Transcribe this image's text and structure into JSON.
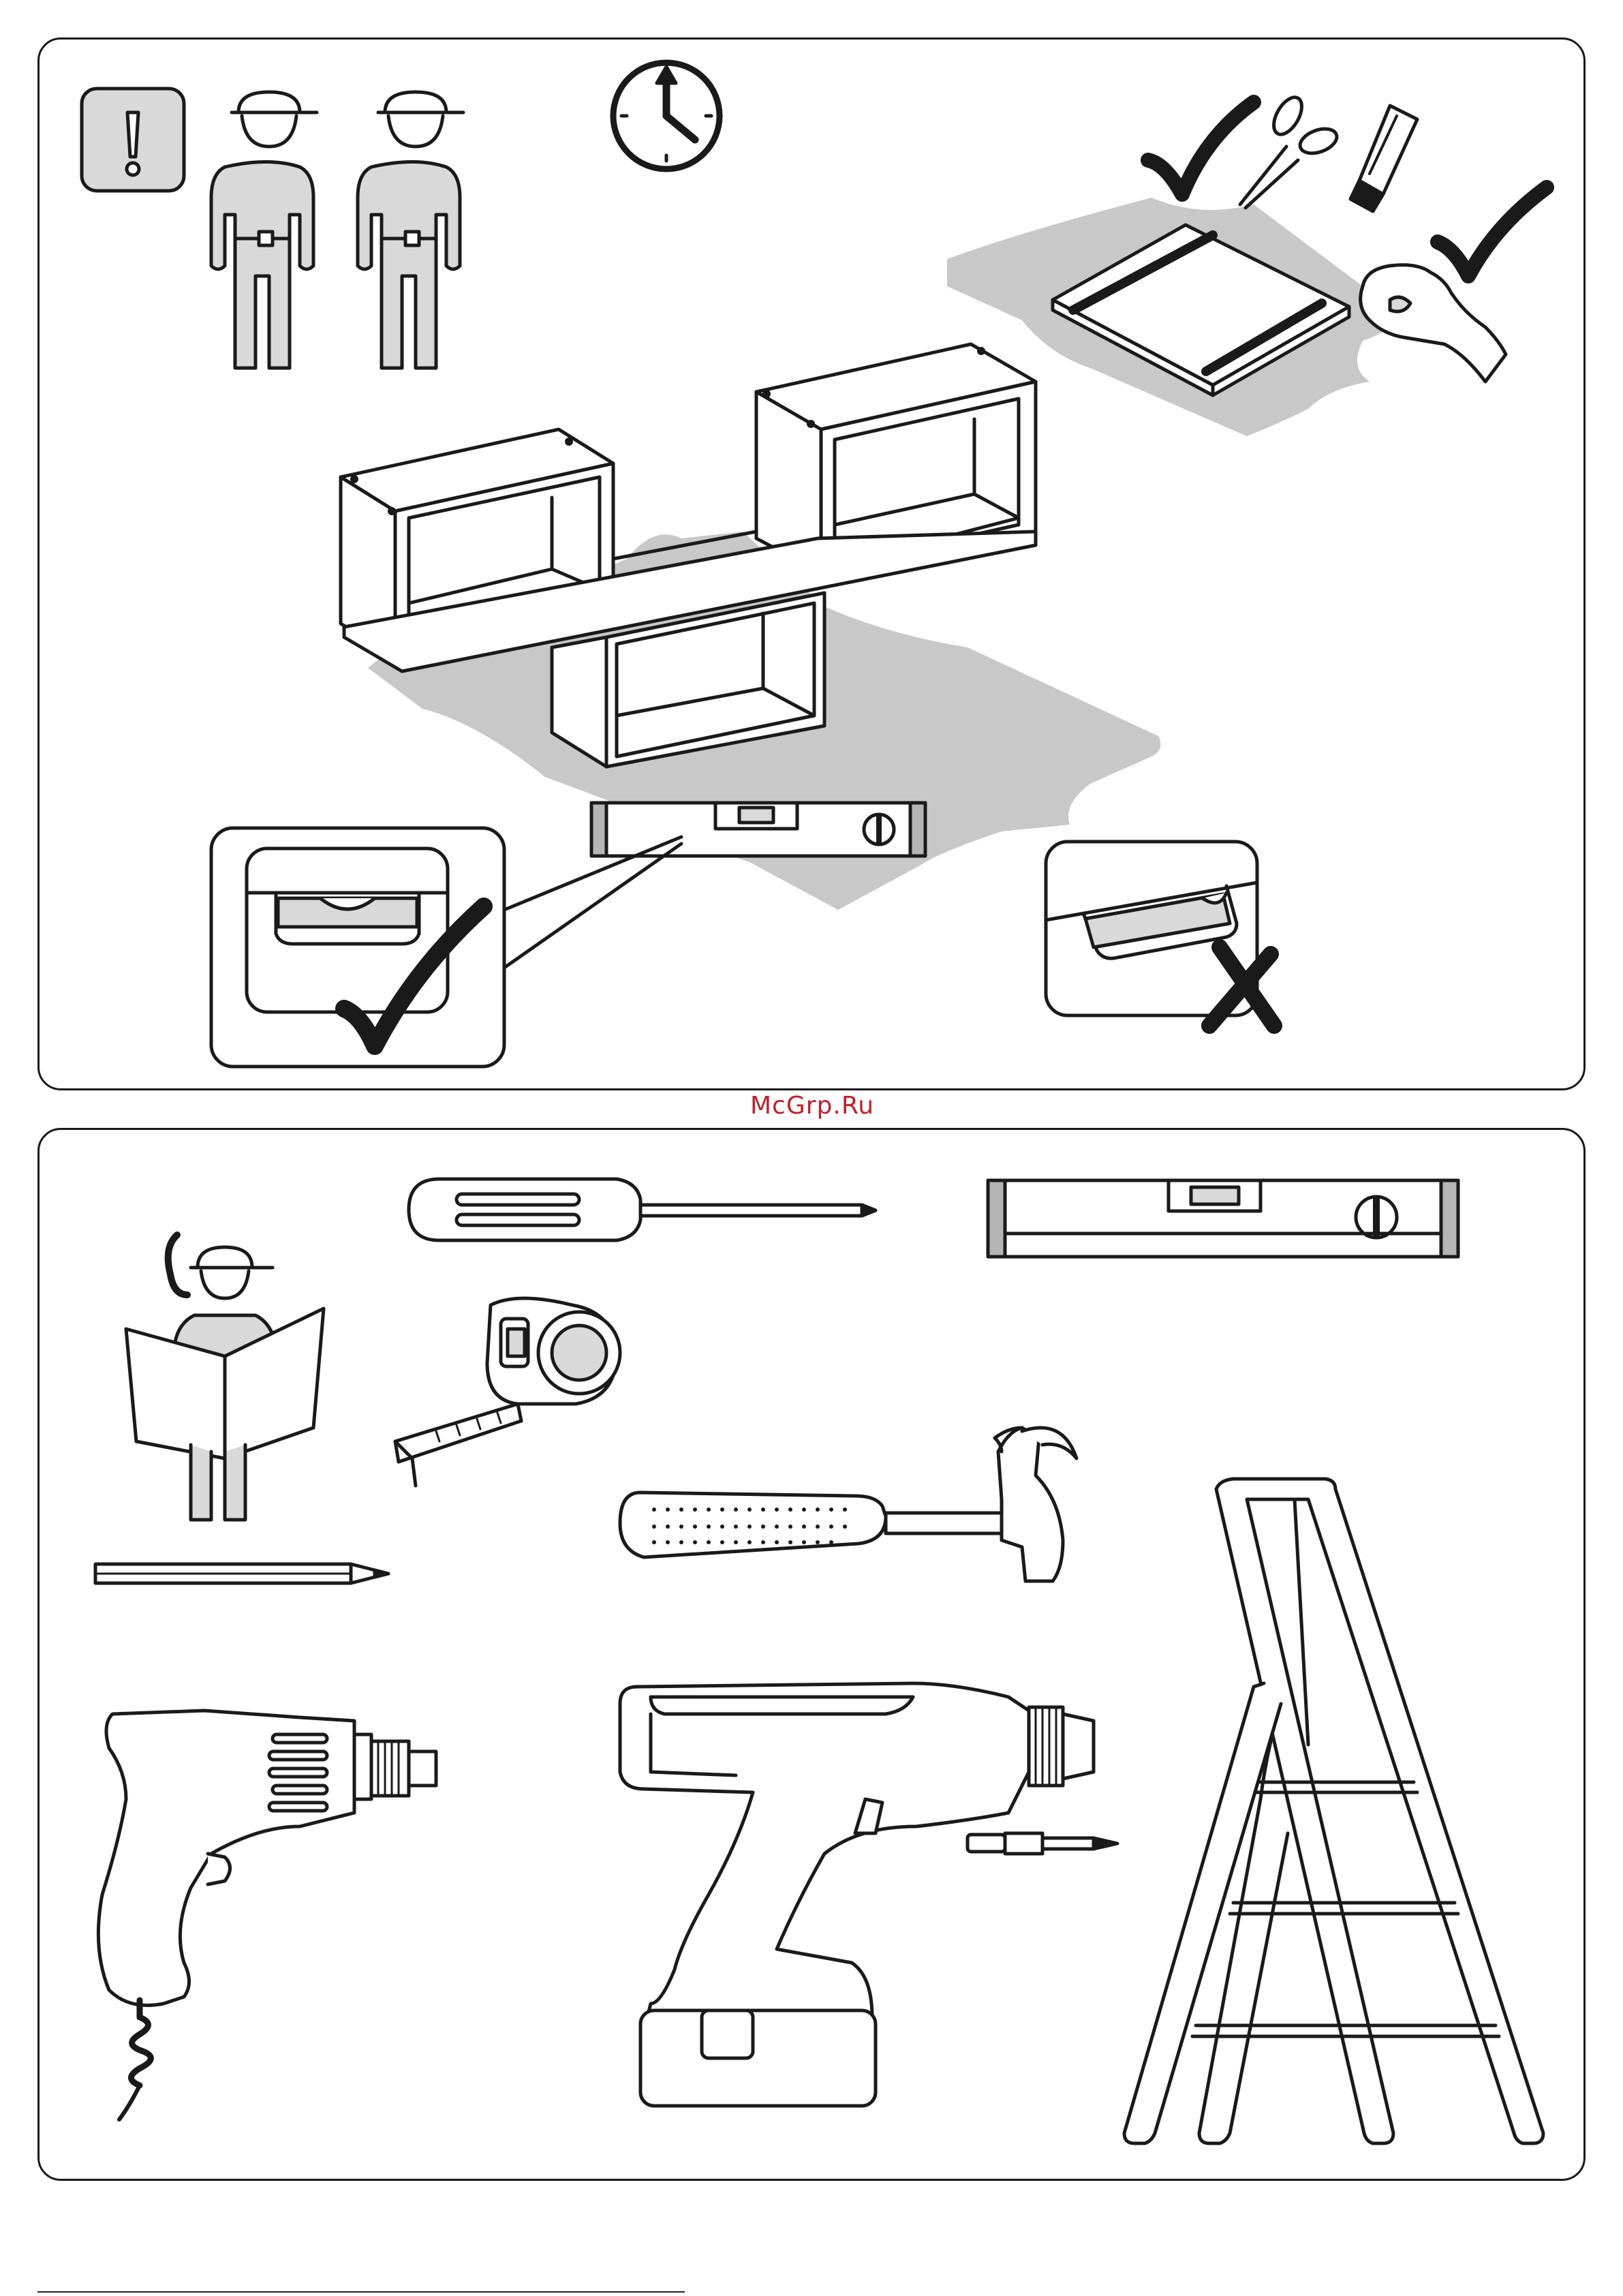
{
  "watermark": {
    "text": "McGrp.Ru"
  },
  "colors": {
    "line": "#1a1a1a",
    "floor": "#c8c8c8",
    "fill_light": "#d9d9d9",
    "fill_mid": "#b5b5b5",
    "watermark": "#c0202a"
  },
  "top_panel": {
    "icons": [
      "warning-exclamation-icon",
      "worker-figure",
      "worker-figure",
      "clock-icon",
      "check-mark-icon",
      "scissors-icon",
      "utility-knife-icon",
      "hand-icon",
      "cross-mark-icon"
    ]
  },
  "bottom_panel": {
    "tools": [
      "screwdriver",
      "spirit-level",
      "person-reading-manual",
      "tape-measure",
      "hammer",
      "pencil",
      "corded-drill",
      "cordless-drill",
      "screwdriver-bit",
      "step-ladder"
    ]
  }
}
